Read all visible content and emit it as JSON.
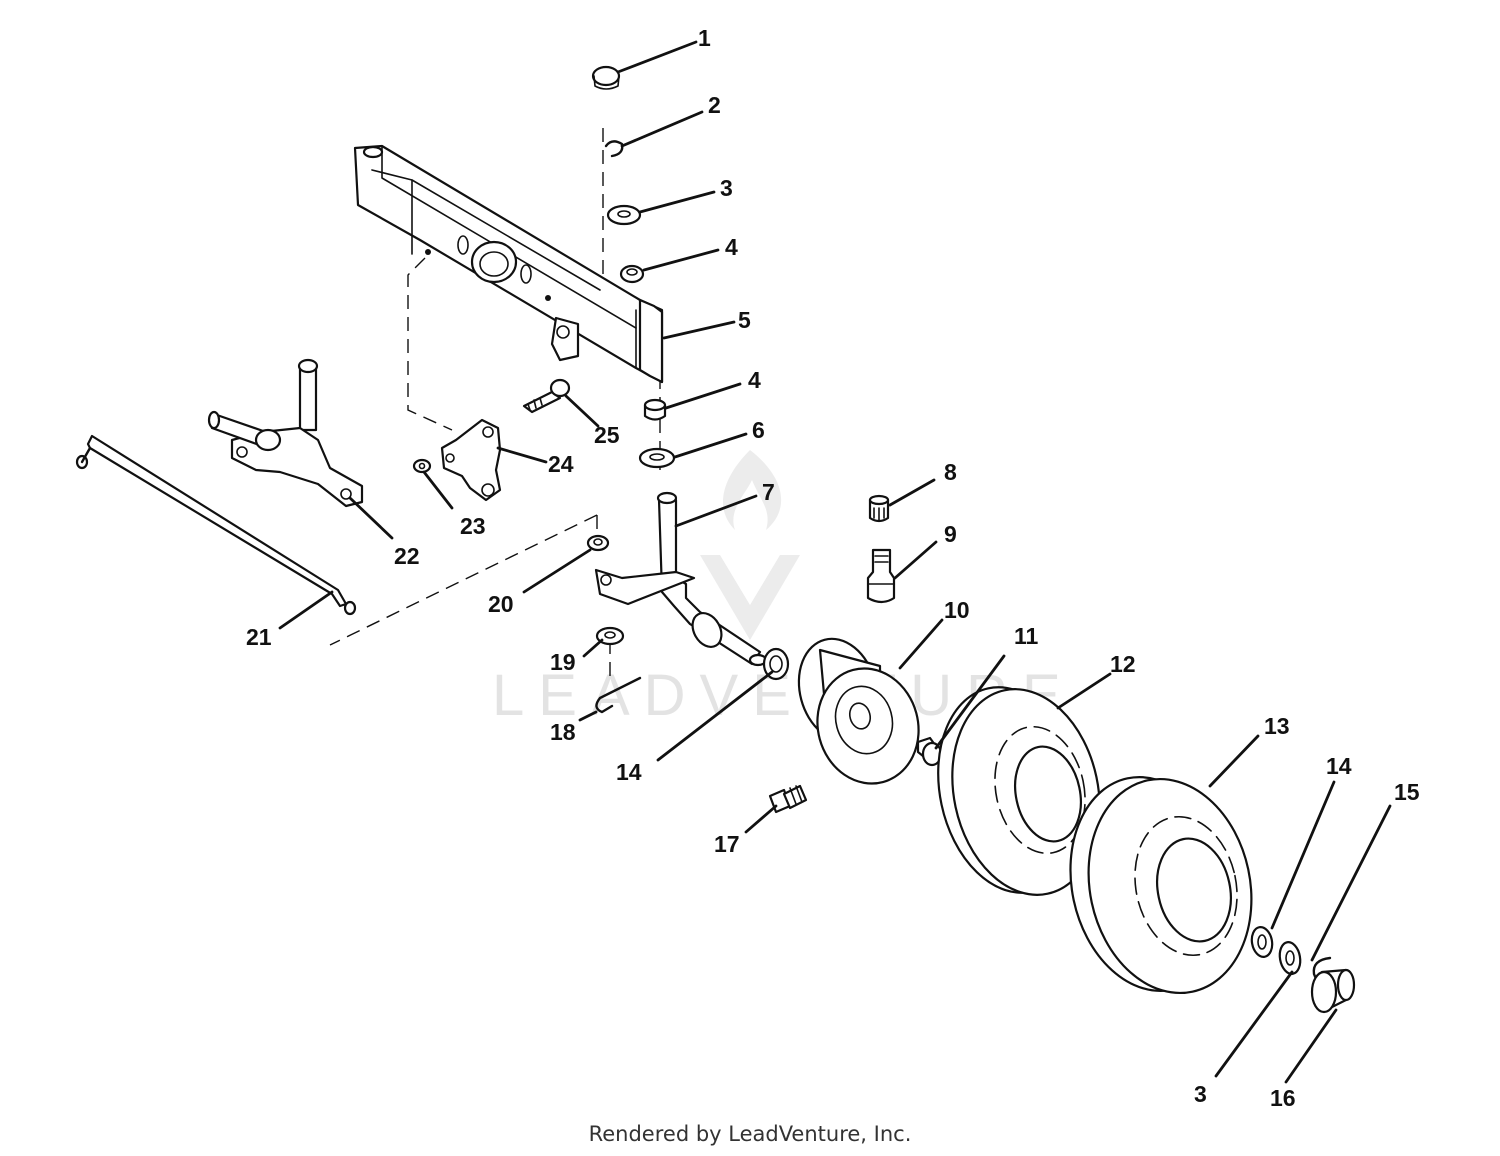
{
  "credit": "Rendered by LeadVenture, Inc.",
  "watermark": {
    "text": "LEADVENTURE"
  },
  "callouts": [
    {
      "id": "1",
      "label": "1"
    },
    {
      "id": "2",
      "label": "2"
    },
    {
      "id": "3a",
      "label": "3"
    },
    {
      "id": "4a",
      "label": "4"
    },
    {
      "id": "5",
      "label": "5"
    },
    {
      "id": "4b",
      "label": "4"
    },
    {
      "id": "6",
      "label": "6"
    },
    {
      "id": "7",
      "label": "7"
    },
    {
      "id": "8",
      "label": "8"
    },
    {
      "id": "9",
      "label": "9"
    },
    {
      "id": "10",
      "label": "10"
    },
    {
      "id": "11",
      "label": "11"
    },
    {
      "id": "12",
      "label": "12"
    },
    {
      "id": "13",
      "label": "13"
    },
    {
      "id": "14a",
      "label": "14"
    },
    {
      "id": "14b",
      "label": "14"
    },
    {
      "id": "15",
      "label": "15"
    },
    {
      "id": "3b",
      "label": "3"
    },
    {
      "id": "16",
      "label": "16"
    },
    {
      "id": "17",
      "label": "17"
    },
    {
      "id": "18",
      "label": "18"
    },
    {
      "id": "19",
      "label": "19"
    },
    {
      "id": "20",
      "label": "20"
    },
    {
      "id": "21",
      "label": "21"
    },
    {
      "id": "22",
      "label": "22"
    },
    {
      "id": "23",
      "label": "23"
    },
    {
      "id": "24",
      "label": "24"
    },
    {
      "id": "25",
      "label": "25"
    }
  ]
}
